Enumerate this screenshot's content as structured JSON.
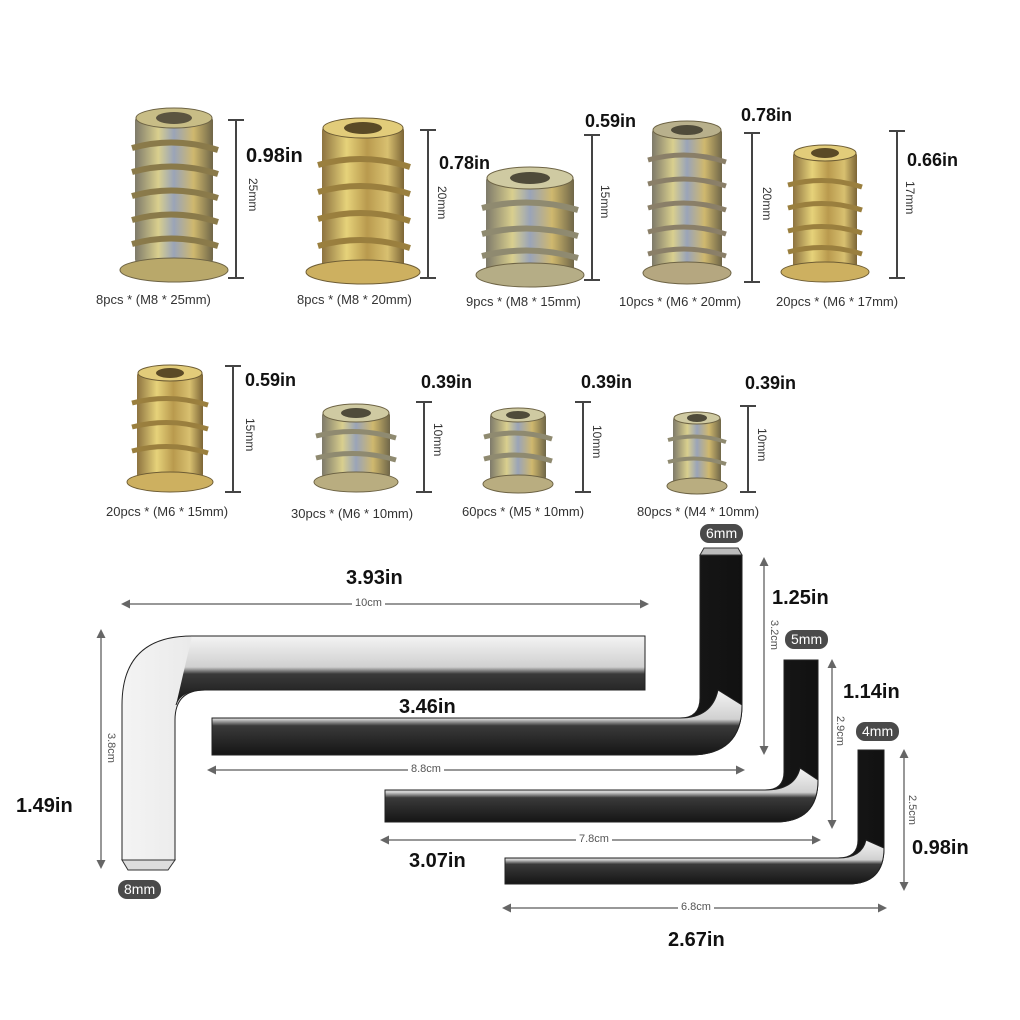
{
  "inserts": [
    {
      "caption": "8pcs * (M8 * 25mm)",
      "mm": "25mm",
      "inch": "0.98in"
    },
    {
      "caption": "8pcs * (M8 * 20mm)",
      "mm": "20mm",
      "inch": "0.78in"
    },
    {
      "caption": "9pcs * (M8 * 15mm)",
      "mm": "15mm",
      "inch": "0.59in"
    },
    {
      "caption": "10pcs * (M6 * 20mm)",
      "mm": "20mm",
      "inch": "0.78in"
    },
    {
      "caption": "20pcs * (M6 * 17mm)",
      "mm": "17mm",
      "inch": "0.66in"
    },
    {
      "caption": "20pcs * (M6 * 15mm)",
      "mm": "15mm",
      "inch": "0.59in"
    },
    {
      "caption": "30pcs * (M6 * 10mm)",
      "mm": "10mm",
      "inch": "0.39in"
    },
    {
      "caption": "60pcs * (M5 * 10mm)",
      "mm": "10mm",
      "inch": "0.39in"
    },
    {
      "caption": "80pcs * (M4 * 10mm)",
      "mm": "10mm",
      "inch": "0.39in"
    }
  ],
  "wrenches": {
    "w8": {
      "size": "8mm",
      "long_cm": "10cm",
      "long_in": "3.93in",
      "short_cm": "3.8cm",
      "short_in": "1.49in"
    },
    "w6": {
      "size": "6mm",
      "long_cm": "8.8cm",
      "long_in": "3.46in",
      "short_cm": "3.2cm",
      "short_in": "1.25in"
    },
    "w5": {
      "size": "5mm",
      "long_cm": "7.8cm",
      "long_in": "3.07in",
      "short_cm": "2.9cm",
      "short_in": "1.14in"
    },
    "w4": {
      "size": "4mm",
      "long_cm": "6.8cm",
      "long_in": "2.67in",
      "short_cm": "2.5cm",
      "short_in": "0.98in"
    }
  },
  "colors": {
    "brass_light": "#e6d27a",
    "brass_mid": "#b99a4e",
    "zinc_tint": "#9aa4b8",
    "steel_light": "#f2f2f2",
    "steel_dark": "#1b1b1b",
    "badge_bg": "#4a4a4a",
    "dim_line": "#444444"
  }
}
